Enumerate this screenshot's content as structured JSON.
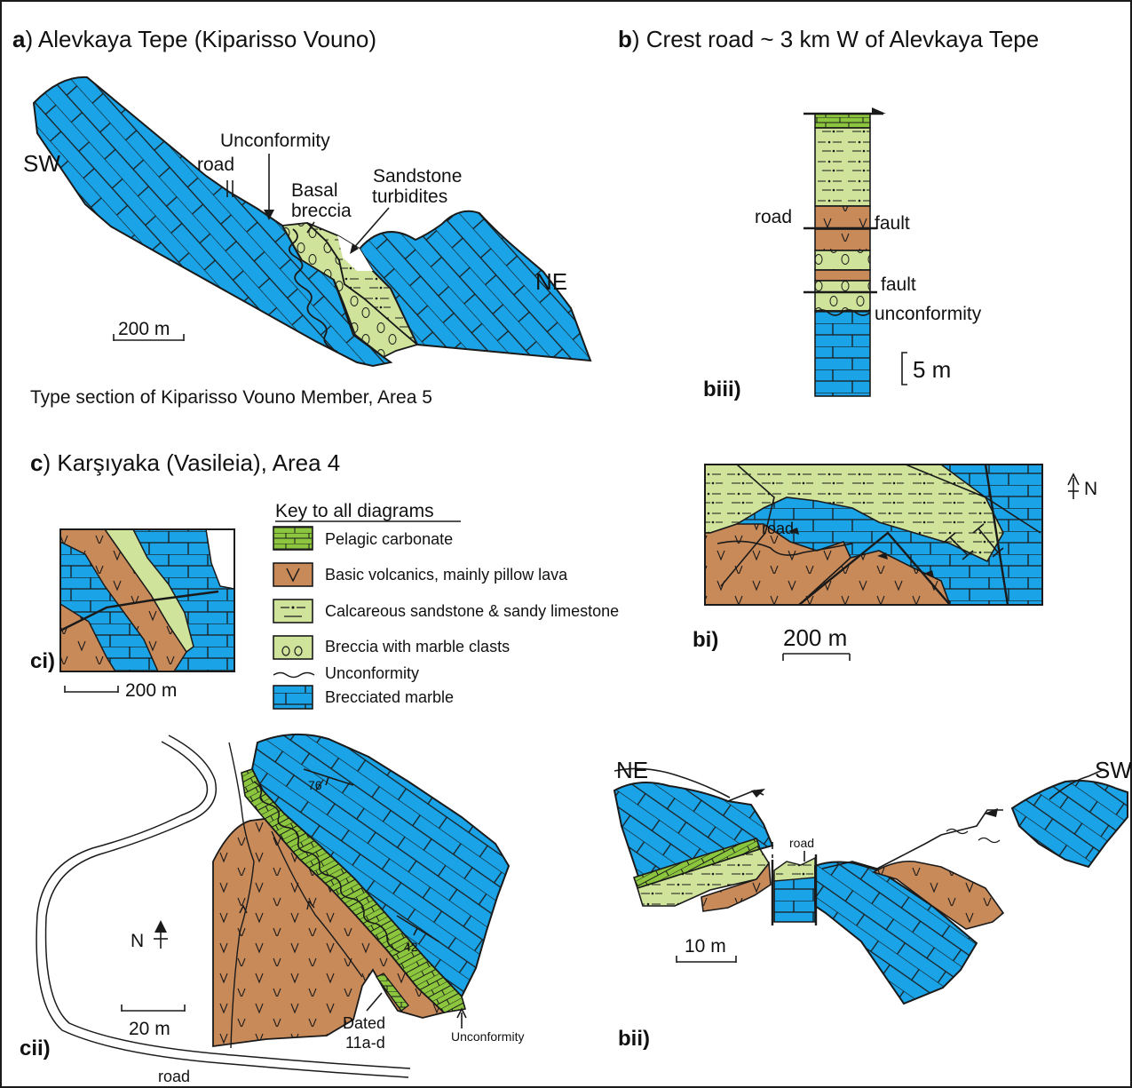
{
  "colors": {
    "marble": "#1aa3e6",
    "volcanics": "#c98a5a",
    "sandstone": "#cfe39a",
    "pelagic": "#8cc63e"
  },
  "panel_a": {
    "letter": "a",
    "title": ") Alevkaya Tepe (Kiparisso Vouno)",
    "sw": "SW",
    "ne": "NE",
    "road": "road",
    "unconformity": "Unconformity",
    "basal_1": "Basal",
    "basal_2": "breccia",
    "sand_1": "Sandstone",
    "sand_2": "turbidites",
    "scale": "200 m",
    "caption": "Type section of Kiparisso Vouno Member, Area 5"
  },
  "panel_b": {
    "letter": "b",
    "title": ") Crest road ~ 3 km W of Alevkaya Tepe"
  },
  "panel_biii": {
    "label": "biii)",
    "road": "road",
    "fault1": "fault",
    "fault2": "fault",
    "unconformity": "unconformity",
    "scale": "5 m"
  },
  "panel_c": {
    "letter": "c",
    "title": ") Karşıyaka (Vasileia), Area 4"
  },
  "key": {
    "title": "Key to all diagrams",
    "items": [
      "Pelagic carbonate",
      "Basic volcanics, mainly pillow lava",
      "Calcareous sandstone & sandy limestone",
      "Breccia with marble clasts",
      "Unconformity",
      "Brecciated marble"
    ]
  },
  "panel_ci": {
    "label": "ci)",
    "scale": "200 m"
  },
  "panel_bi": {
    "label": "bi)",
    "road": "road",
    "north": "N",
    "scale": "200 m"
  },
  "panel_cii": {
    "label": "cii)",
    "road": "road",
    "north": "N",
    "scale": "20 m",
    "dip1": "76",
    "dip2": "42",
    "dated_1": "Dated",
    "dated_2": "11a-d",
    "unconformity": "Unconformity"
  },
  "panel_bii": {
    "label": "bii)",
    "ne": "NE",
    "sw": "SW",
    "road": "road",
    "scale": "10 m"
  }
}
